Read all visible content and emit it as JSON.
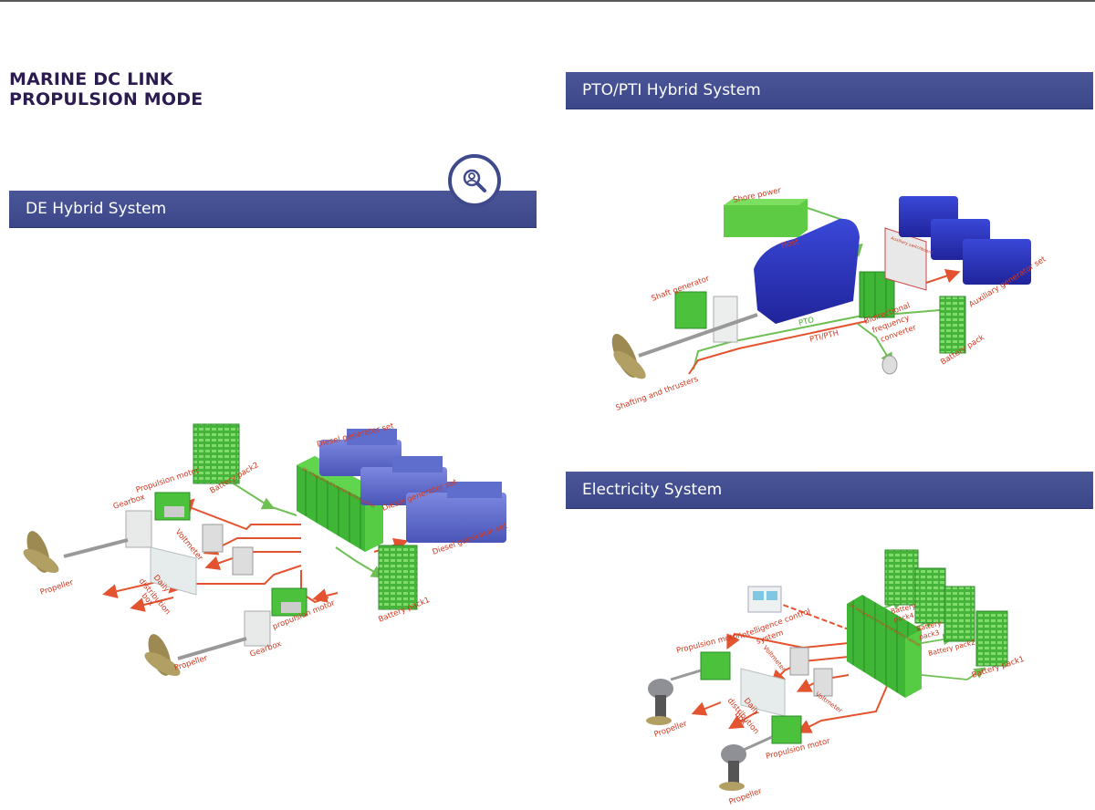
{
  "page": {
    "title_line1": "MARINE DC LINK",
    "title_line2": "PROPULSION MODE"
  },
  "colors": {
    "title": "#2b1b4f",
    "banner": "#3f4a8c",
    "label": "#d2371e",
    "green_equipment": "#4cc13c",
    "blue_engine": "#3d3fc4",
    "power_line": "#e4532f",
    "signal_line": "#6fbf55"
  },
  "sections": {
    "de_hybrid": {
      "title": "DE Hybrid System",
      "search_icon": "search-user-icon",
      "labels": {
        "propulsion_motor_top": "Propulsion motor",
        "gearbox_top": "Gearbox",
        "propeller_top": "Propeller",
        "battery_pack2": "Battery pack2",
        "voltmeter": "Voltmeter",
        "daily_line1": "Daily",
        "daily_line2": "distribution",
        "daily_line3": "box",
        "cabinet": "DC integrated drive distribution cabinet",
        "diesel1": "Diesel generator set",
        "diesel2": "Diesel generator set",
        "diesel3": "Diesel generator set",
        "battery_pack1": "Battery pack1",
        "propulsion_motor_bottom": "propulsion motor",
        "gearbox_bottom": "Gearbox",
        "propeller_bottom": "Propeller"
      }
    },
    "pto_pti": {
      "title": "PTO/PTI Hybrid System",
      "labels": {
        "shore_power": "Shore power",
        "host": "Host",
        "shaft_generator": "Shaft generator",
        "pto": "PTO",
        "pti_pth": "PTI/PTH",
        "bidirectional_1": "Bidirectional",
        "bidirectional_2": "frequency",
        "bidirectional_3": "converter",
        "auxiliary_switchboard": "Auxiliary switchboard",
        "auxiliary_generator": "Auxiliary generator set",
        "battery_pack": "Battery pack",
        "shafting": "Shafting and thrusters"
      }
    },
    "electricity": {
      "title": "Electricity System",
      "labels": {
        "intelligence_1": "intelligence control",
        "intelligence_2": "system",
        "propulsion_motor_top": "Propulsion motor",
        "voltmeter_1": "Voltmeter",
        "voltmeter_2": "Voltmeter",
        "daily_line1": "Daily",
        "daily_line2": "distribution",
        "daily_line3": "box",
        "propeller_top": "Propeller",
        "propulsion_motor_bottom": "Propulsion motor",
        "propeller_bottom": "Propeller",
        "cabinet": "DC integrated drive distribution cabinet",
        "battery4_1": "Battery",
        "battery4_2": "pack4",
        "battery3_1": "Battery",
        "battery3_2": "pack3",
        "battery_pack2": "Battery pack2",
        "battery_pack1": "Battery pack1"
      }
    }
  }
}
